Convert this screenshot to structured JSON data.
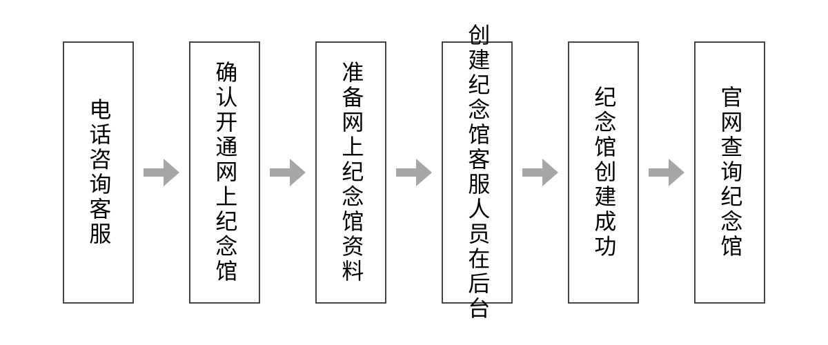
{
  "diagram": {
    "title": "",
    "type": "horizontal-flowchart",
    "orientation": "left-to-right",
    "text_direction": "vertical-rl",
    "background_color": "#ffffff",
    "box_border_color": "#434343",
    "box_fill_color": "#ffffff",
    "text_color": "#000000",
    "arrow_color": "#a6a6a6",
    "step_count": 6,
    "arrow_count": 5,
    "nodes": [
      {
        "id": "step-1",
        "label": "电话咨询客服",
        "columns": [
          "电话咨询客服"
        ],
        "char_count": 6
      },
      {
        "id": "step-2",
        "label": "确认开通网上纪念馆",
        "columns": [
          "确认开通网上纪念馆"
        ],
        "char_count": 8
      },
      {
        "id": "step-3",
        "label": "准备网上纪念馆资料",
        "columns": [
          "准备网上纪念馆资料"
        ],
        "char_count": 8
      },
      {
        "id": "step-4",
        "label": "客服人员在后台创建纪念馆",
        "columns": [
          "客服人员在后台",
          "创建纪念馆"
        ],
        "char_count": 12
      },
      {
        "id": "step-5",
        "label": "纪念馆创建成功",
        "columns": [
          "纪念馆创建成功"
        ],
        "char_count": 7
      },
      {
        "id": "step-6",
        "label": "官网查询纪念馆",
        "columns": [
          "官网查询纪念馆"
        ],
        "char_count": 7
      }
    ],
    "arrows": [
      {
        "id": "arrow-1",
        "from": "step-1",
        "to": "step-2",
        "glyph": "right-arrow"
      },
      {
        "id": "arrow-2",
        "from": "step-2",
        "to": "step-3",
        "glyph": "right-arrow"
      },
      {
        "id": "arrow-3",
        "from": "step-3",
        "to": "step-4",
        "glyph": "right-arrow"
      },
      {
        "id": "arrow-4",
        "from": "step-4",
        "to": "step-5",
        "glyph": "right-arrow"
      },
      {
        "id": "arrow-5",
        "from": "step-5",
        "to": "step-6",
        "glyph": "right-arrow"
      }
    ]
  }
}
